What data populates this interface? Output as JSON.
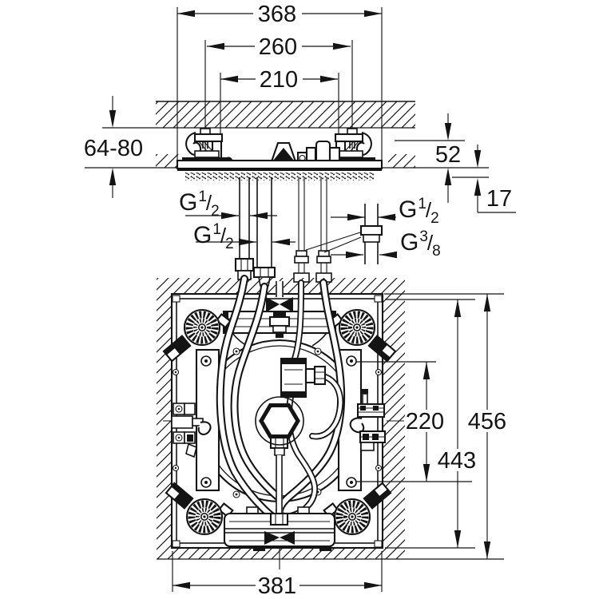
{
  "page": {
    "background": "#ffffff",
    "ink": "#141414",
    "description": "technical installation drawing, ceiling shower module, section and plan views"
  },
  "section_view": {
    "dim_overall_width": "368",
    "dim_bracket_spacing": "260",
    "dim_inner_spacing": "210",
    "dim_mounting_depth_range": "64-80",
    "dim_housing_height": "52",
    "dim_trim_drop": "17"
  },
  "plan_view": {
    "dim_screw_spacing": "220",
    "dim_frame_height": "443",
    "dim_cutout_height": "456",
    "dim_cutout_width": "381"
  },
  "threads": {
    "g_half": {
      "letter": "G",
      "numerator": "1",
      "slash": "/",
      "denominator": "2"
    },
    "g_three_eighth": {
      "letter": "G",
      "numerator": "3",
      "slash": "/",
      "denominator": "8"
    }
  }
}
